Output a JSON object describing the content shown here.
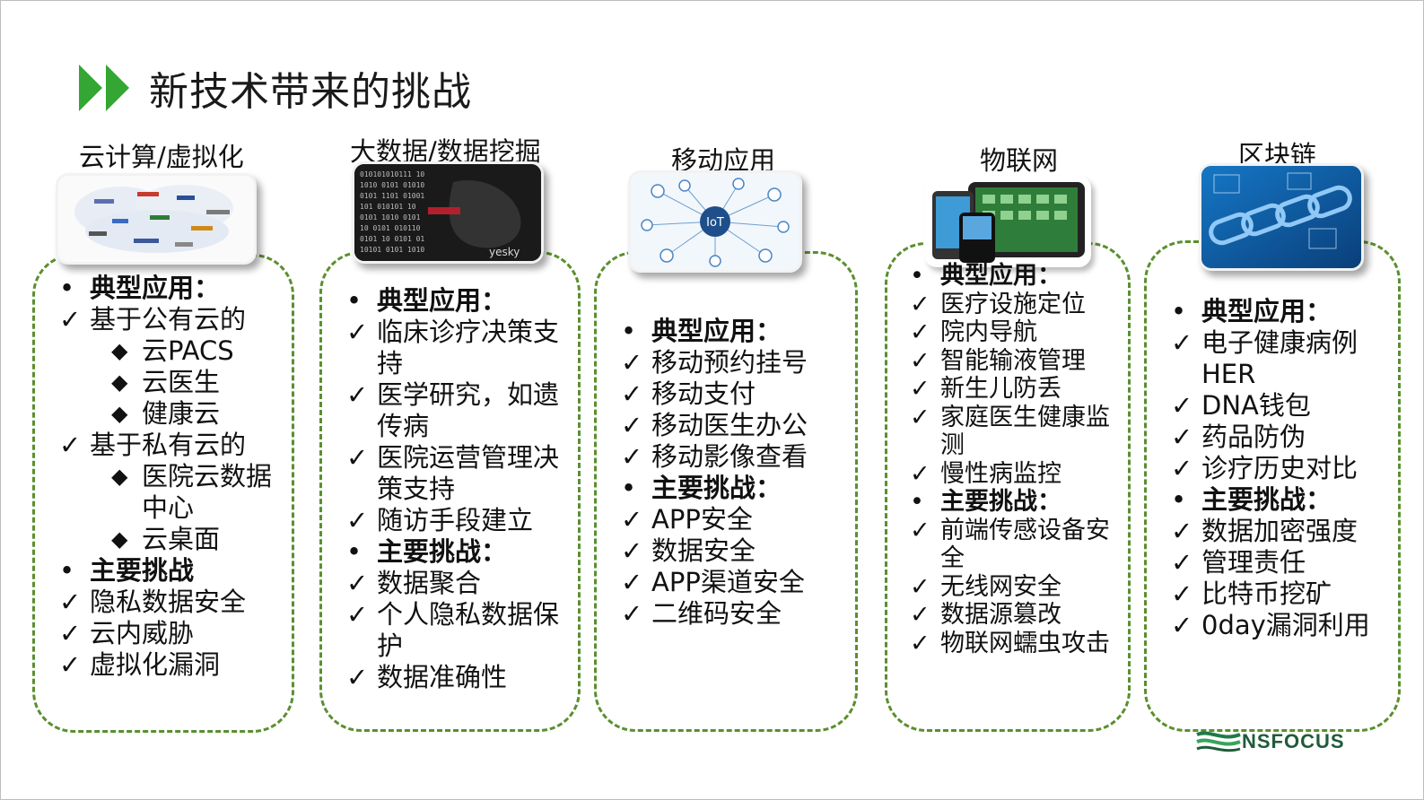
{
  "slide": {
    "title": "新技术带来的挑战",
    "accent_color": "#34a633",
    "border_color": "#5a8f2e"
  },
  "columns": [
    {
      "title": "云计算/虚拟化",
      "items": [
        {
          "type": "bullet",
          "text": "典型应用："
        },
        {
          "type": "check",
          "text": "基于公有云的"
        },
        {
          "type": "sub",
          "text": "云PACS"
        },
        {
          "type": "sub",
          "text": "云医生"
        },
        {
          "type": "sub",
          "text": "健康云"
        },
        {
          "type": "check",
          "text": "基于私有云的"
        },
        {
          "type": "sub",
          "text": "医院云数据中心"
        },
        {
          "type": "sub",
          "text": "云桌面"
        },
        {
          "type": "bullet",
          "text": "主要挑战"
        },
        {
          "type": "check",
          "text": "隐私数据安全"
        },
        {
          "type": "check",
          "text": "云内威胁"
        },
        {
          "type": "check",
          "text": "虚拟化漏洞"
        }
      ]
    },
    {
      "title": "大数据/数据挖掘",
      "image_watermark": "yesky",
      "items": [
        {
          "type": "bullet",
          "text": "典型应用："
        },
        {
          "type": "check",
          "text": "临床诊疗决策支持"
        },
        {
          "type": "check",
          "text": "医学研究，如遗传病"
        },
        {
          "type": "check",
          "text": "医院运营管理决策支持"
        },
        {
          "type": "check",
          "text": "随访手段建立"
        },
        {
          "type": "bullet",
          "text": "主要挑战："
        },
        {
          "type": "check",
          "text": "数据聚合"
        },
        {
          "type": "check",
          "text": "个人隐私数据保护"
        },
        {
          "type": "check",
          "text": "数据准确性"
        }
      ]
    },
    {
      "title": "移动应用",
      "image_label": "IoT",
      "items": [
        {
          "type": "bullet",
          "text": "典型应用："
        },
        {
          "type": "check",
          "text": "移动预约挂号"
        },
        {
          "type": "check",
          "text": "移动支付"
        },
        {
          "type": "check",
          "text": "移动医生办公"
        },
        {
          "type": "check",
          "text": "移动影像查看"
        },
        {
          "type": "bullet",
          "text": "主要挑战："
        },
        {
          "type": "check",
          "text": "APP安全"
        },
        {
          "type": "check",
          "text": "数据安全"
        },
        {
          "type": "check",
          "text": "APP渠道安全"
        },
        {
          "type": "check",
          "text": "二维码安全"
        }
      ]
    },
    {
      "title": "物联网",
      "items": [
        {
          "type": "bullet",
          "text": "典型应用："
        },
        {
          "type": "check",
          "text": "医疗设施定位"
        },
        {
          "type": "check",
          "text": "院内导航"
        },
        {
          "type": "check",
          "text": "智能输液管理"
        },
        {
          "type": "check",
          "text": "新生儿防丢"
        },
        {
          "type": "check",
          "text": "家庭医生健康监测"
        },
        {
          "type": "check",
          "text": "慢性病监控"
        },
        {
          "type": "bullet",
          "text": "主要挑战："
        },
        {
          "type": "check",
          "text": "前端传感设备安全"
        },
        {
          "type": "check",
          "text": "无线网安全"
        },
        {
          "type": "check",
          "text": "数据源篡改"
        },
        {
          "type": "check",
          "text": "物联网蠕虫攻击"
        }
      ]
    },
    {
      "title": "区块链",
      "items": [
        {
          "type": "bullet",
          "text": "典型应用："
        },
        {
          "type": "check",
          "text": "电子健康病例HER"
        },
        {
          "type": "check",
          "text": "DNA钱包"
        },
        {
          "type": "check",
          "text": "药品防伪"
        },
        {
          "type": "check",
          "text": "诊疗历史对比"
        },
        {
          "type": "bullet",
          "text": "主要挑战："
        },
        {
          "type": "check",
          "text": "数据加密强度"
        },
        {
          "type": "check",
          "text": "管理责任"
        },
        {
          "type": "check",
          "text": "比特币挖矿"
        },
        {
          "type": "check",
          "text": "0day漏洞利用"
        }
      ]
    }
  ],
  "logo": {
    "text": "NSFOCUS"
  }
}
